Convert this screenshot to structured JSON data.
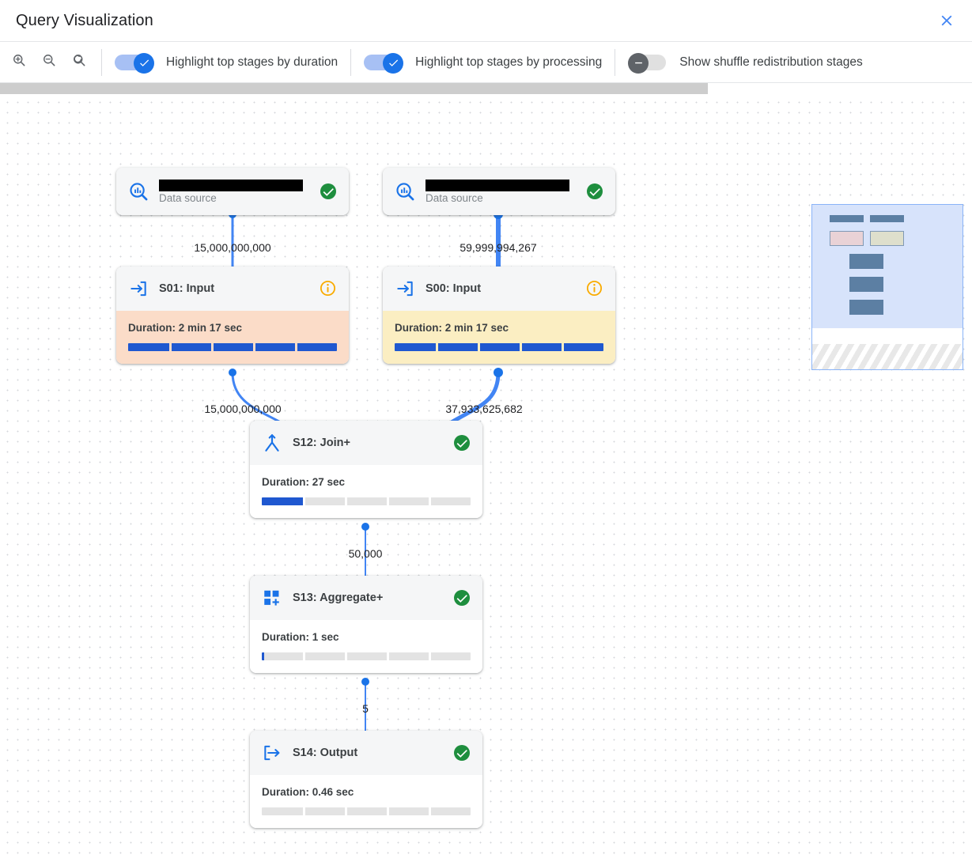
{
  "header": {
    "title": "Query Visualization",
    "close_icon": "close-icon"
  },
  "toolbar": {
    "zoom_in_icon": "zoom-in-icon",
    "zoom_out_icon": "zoom-out-icon",
    "zoom_reset_icon": "zoom-reset-icon",
    "toggles": [
      {
        "label": "Highlight top stages by duration",
        "state": "on"
      },
      {
        "label": "Highlight top stages by processing",
        "state": "on"
      },
      {
        "label": "Show shuffle redistribution stages",
        "state": "off"
      }
    ]
  },
  "scrollbar": {
    "thumb_width_pct": 73
  },
  "graph": {
    "nodes": [
      {
        "id": "ds-left",
        "kind": "data-source",
        "title_redacted": true,
        "subtitle": "Data source",
        "icon": "data-source-search-icon",
        "status": "success"
      },
      {
        "id": "ds-right",
        "kind": "data-source",
        "title_redacted": true,
        "subtitle": "Data source",
        "icon": "data-source-search-icon",
        "status": "success"
      },
      {
        "id": "s01",
        "kind": "stage",
        "title": "S01: Input",
        "icon": "input-arrow-icon",
        "status": "info-warning",
        "duration": "Duration: 2 min 17 sec",
        "progress_pct": 100,
        "highlight": "orange"
      },
      {
        "id": "s00",
        "kind": "stage",
        "title": "S00: Input",
        "icon": "input-arrow-icon",
        "status": "info-warning",
        "duration": "Duration: 2 min 17 sec",
        "progress_pct": 100,
        "highlight": "yellow"
      },
      {
        "id": "s12",
        "kind": "stage",
        "title": "S12: Join+",
        "icon": "join-merge-icon",
        "status": "success",
        "duration": "Duration: 27 sec",
        "progress_pct": 20,
        "highlight": "none"
      },
      {
        "id": "s13",
        "kind": "stage",
        "title": "S13: Aggregate+",
        "icon": "aggregate-squares-icon",
        "status": "success",
        "duration": "Duration: 1 sec",
        "progress_pct": 1,
        "highlight": "none"
      },
      {
        "id": "s14",
        "kind": "stage",
        "title": "S14: Output",
        "icon": "output-arrow-icon",
        "status": "success",
        "duration": "Duration: 0.46 sec",
        "progress_pct": 0,
        "highlight": "none"
      }
    ],
    "edges": [
      {
        "from": "ds-left",
        "to": "s01",
        "label": "15,000,000,000"
      },
      {
        "from": "ds-right",
        "to": "s00",
        "label": "59,999,994,267"
      },
      {
        "from": "s01",
        "to": "s12",
        "label": "15,000,000,000"
      },
      {
        "from": "s00",
        "to": "s12",
        "label": "37,933,625,682"
      },
      {
        "from": "s12",
        "to": "s13",
        "label": "50,000"
      },
      {
        "from": "s13",
        "to": "s14",
        "label": "5"
      }
    ]
  },
  "minimap": {
    "name": "graph-minimap"
  },
  "colors": {
    "accent_blue": "#1a73e8",
    "edge_blue": "#4285f4",
    "success_green": "#1e8e3e",
    "warning_orange": "#f9ab00",
    "highlight_orange": "#fbdcc8",
    "highlight_yellow": "#fbeec2",
    "bar_fill": "#1f58d0"
  }
}
